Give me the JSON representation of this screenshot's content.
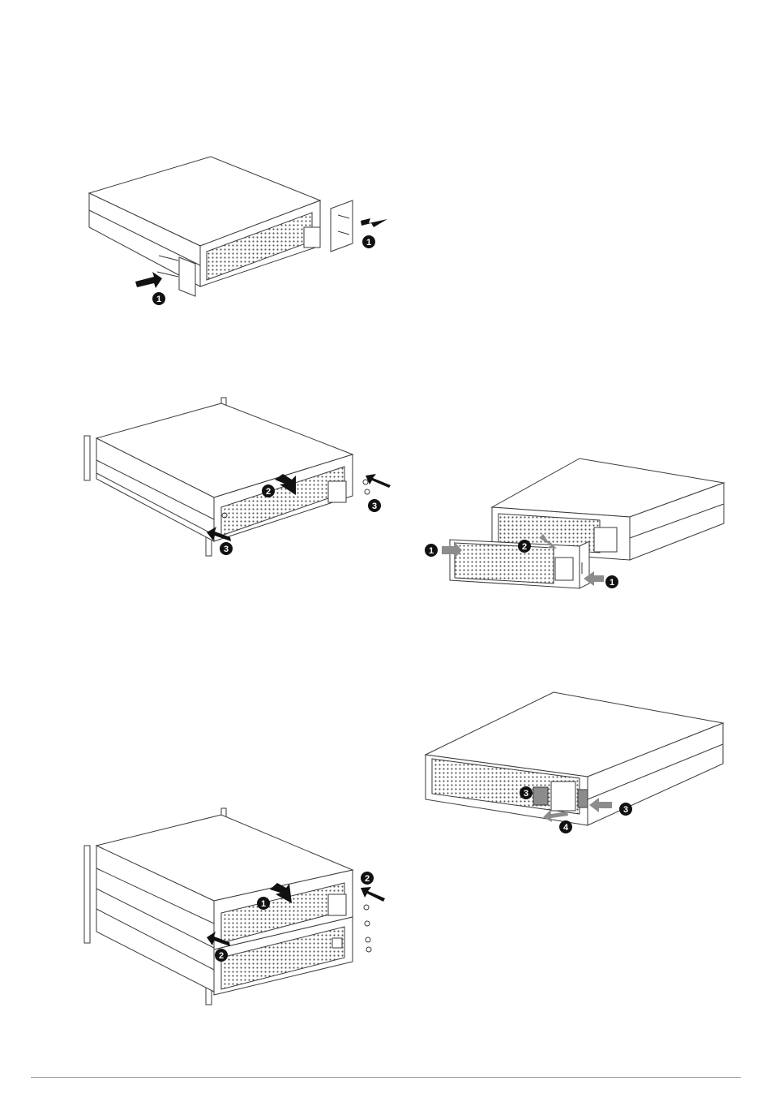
{
  "colors": {
    "line": "#3a3a3a",
    "arrow_black": "#111111",
    "arrow_gray": "#8c8c8c",
    "badge": "#111111"
  },
  "figures": {
    "fig1": {
      "callouts": [
        "1",
        "1"
      ]
    },
    "fig2": {
      "callouts": [
        "2",
        "3",
        "3"
      ]
    },
    "fig3": {
      "callouts": [
        "1",
        "2",
        "2"
      ]
    },
    "fig4": {
      "callouts": [
        "1",
        "2",
        "1"
      ]
    },
    "fig5": {
      "callouts": [
        "3",
        "3",
        "4"
      ]
    }
  }
}
